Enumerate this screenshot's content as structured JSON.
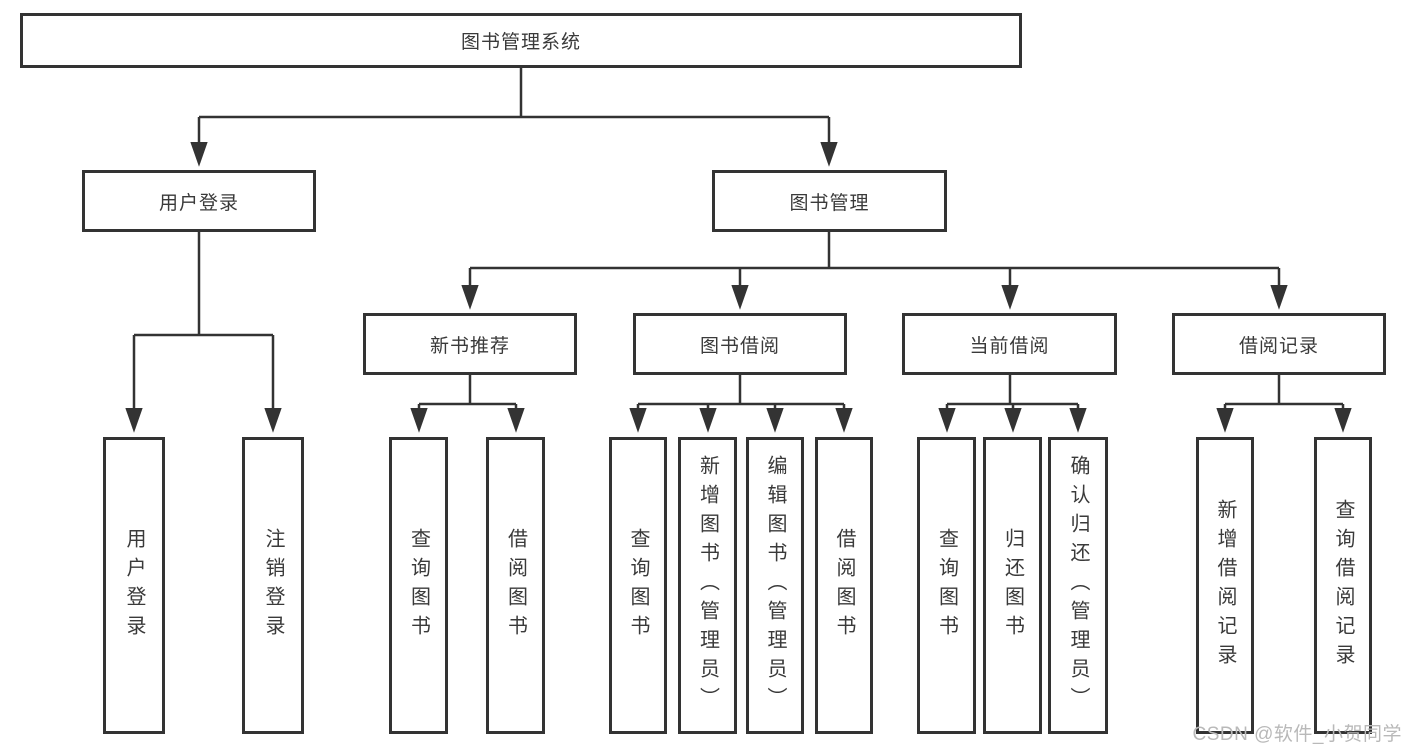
{
  "nodes": {
    "root": "图书管理系统",
    "level2": [
      "用户登录",
      "图书管理"
    ],
    "level3": [
      "新书推荐",
      "图书借阅",
      "当前借阅",
      "借阅记录"
    ],
    "leaves": [
      "用户登录",
      "注销登录",
      "查询图书",
      "借阅图书",
      "查询图书",
      "新增图书（管理员）",
      "编辑图书（管理员）",
      "借阅图书",
      "查询图书",
      "归还图书",
      "确认归还（管理员）",
      "新增借阅记录",
      "查询借阅记录"
    ]
  },
  "watermark": "CSDN @软件_小贺同学",
  "colors": {
    "line": "#333333",
    "text": "#3a3a3a",
    "box_background": "#ffffff",
    "page_background": "#ffffff",
    "watermark": "#b9b9b9"
  }
}
